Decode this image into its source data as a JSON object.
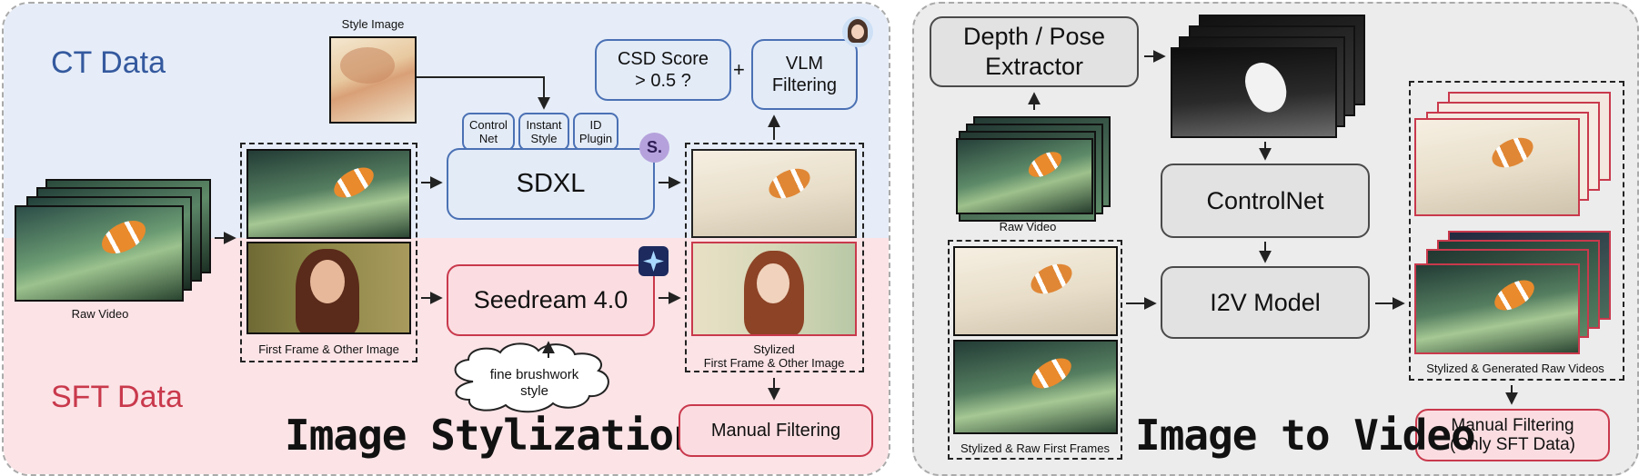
{
  "left_panel": {
    "ct_label": "CT Data",
    "sft_label": "SFT Data",
    "title": "Image Stylization",
    "raw_video_caption": "Raw Video",
    "first_frame_caption": "First Frame & Other Image",
    "style_image_caption": "Style Image",
    "modules": {
      "controlnet": "Control\nNet",
      "instantstyle": "Instant\nStyle",
      "idplugin": "ID\nPlugin"
    },
    "sdxl": "SDXL",
    "sdxl_badge": "S.",
    "seedream": "Seedream 4.0",
    "cloud_prompt": "fine brushwork\nstyle",
    "csd_score": "CSD Score\n> 0.5 ?",
    "plus": "+",
    "vlm_filtering": "VLM\nFiltering",
    "stylized_caption": "Stylized\nFirst Frame & Other Image",
    "manual_filtering": "Manual Filtering"
  },
  "right_panel": {
    "extractor": "Depth / Pose\nExtractor",
    "controlnet": "ControlNet",
    "i2v": "I2V Model",
    "raw_video_caption": "Raw Video",
    "stylized_raw_caption": "Stylized & Raw First Frames",
    "generated_caption": "Stylized & Generated Raw Videos",
    "manual_filtering": "Manual Filtering\n(Only SFT Data)",
    "title": "Image to Video"
  },
  "colors": {
    "ct_bg": "#e6edf8",
    "sft_bg": "#fbe3e6",
    "right_bg": "#ececec",
    "blue_text": "#34599e",
    "red_text": "#c9394c"
  }
}
